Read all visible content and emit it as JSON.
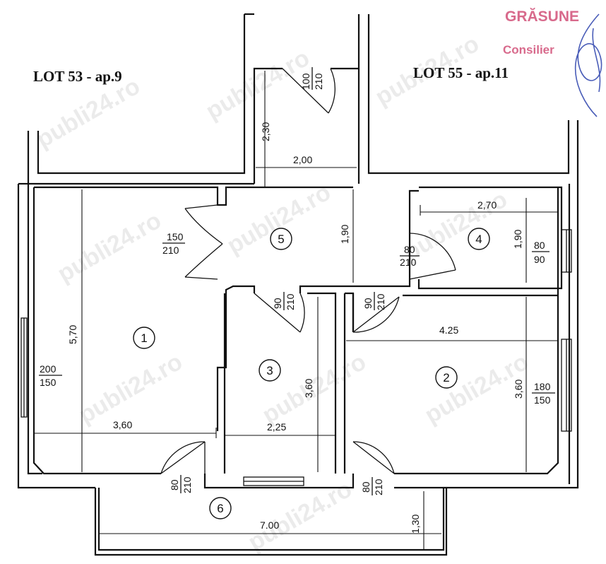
{
  "lots": {
    "left": "LOT 53 - ap.9",
    "right": "LOT 55 - ap.11"
  },
  "rooms": {
    "r1": "1",
    "r2": "2",
    "r3": "3",
    "r4": "4",
    "r5": "5",
    "r6": "6"
  },
  "dimensions": {
    "hall_top_height": "2,30",
    "hall_width": "2,00",
    "hall_height": "1,90",
    "room4_width": "2,70",
    "room4_height": "1,90",
    "room1_height": "5,70",
    "room1_width": "3,60",
    "room3_width": "2,25",
    "room3_height": "3,60",
    "room2_width": "4.25",
    "room2_height": "3,60",
    "balcony_width": "7.00",
    "balcony_depth": "1,30"
  },
  "openings": {
    "entry_door": {
      "w": "100",
      "h": "210"
    },
    "double_door": {
      "w": "150",
      "h": "210"
    },
    "door_room4": {
      "w": "80",
      "h": "210"
    },
    "window_room4": {
      "w": "80",
      "h": "90"
    },
    "door_room3": {
      "w": "90",
      "h": "210"
    },
    "door_room2": {
      "w": "90",
      "h": "210"
    },
    "window_room1": {
      "w": "200",
      "h": "150"
    },
    "window_room2": {
      "w": "180",
      "h": "150"
    },
    "door_balcony_left": {
      "w": "80",
      "h": "210"
    },
    "door_balcony_right": {
      "w": "80",
      "h": "210"
    }
  },
  "stamp": {
    "name": "GRĂSUNE",
    "title": "Consilier"
  },
  "watermark": "publi24.ro",
  "colors": {
    "ink": "#111111",
    "stamp": "#d86a8c",
    "signature": "#4a5db8"
  }
}
